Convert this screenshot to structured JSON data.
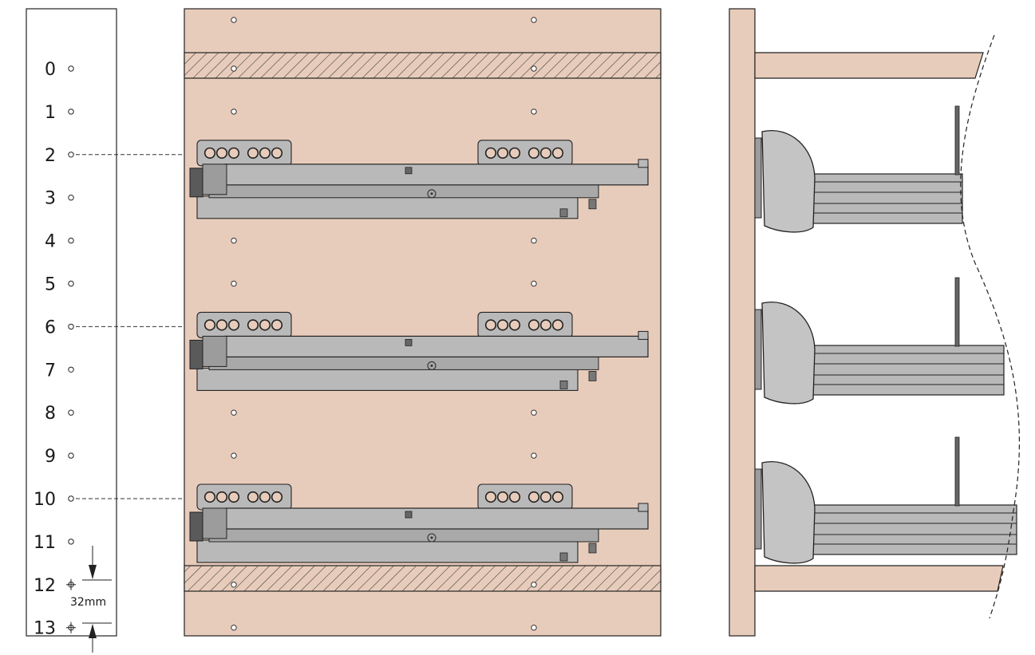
{
  "rows": [
    "0",
    "1",
    "2",
    "3",
    "4",
    "5",
    "6",
    "7",
    "8",
    "9",
    "10",
    "11",
    "12",
    "13"
  ],
  "slide_rows": [
    2,
    6,
    10
  ],
  "dimension_label": "32mm",
  "colors": {
    "panel": "#e8ccbb",
    "rail": "#b9b9b9",
    "rail_dark": "#8f8f8f",
    "outline": "#222222",
    "line": "#555555"
  }
}
